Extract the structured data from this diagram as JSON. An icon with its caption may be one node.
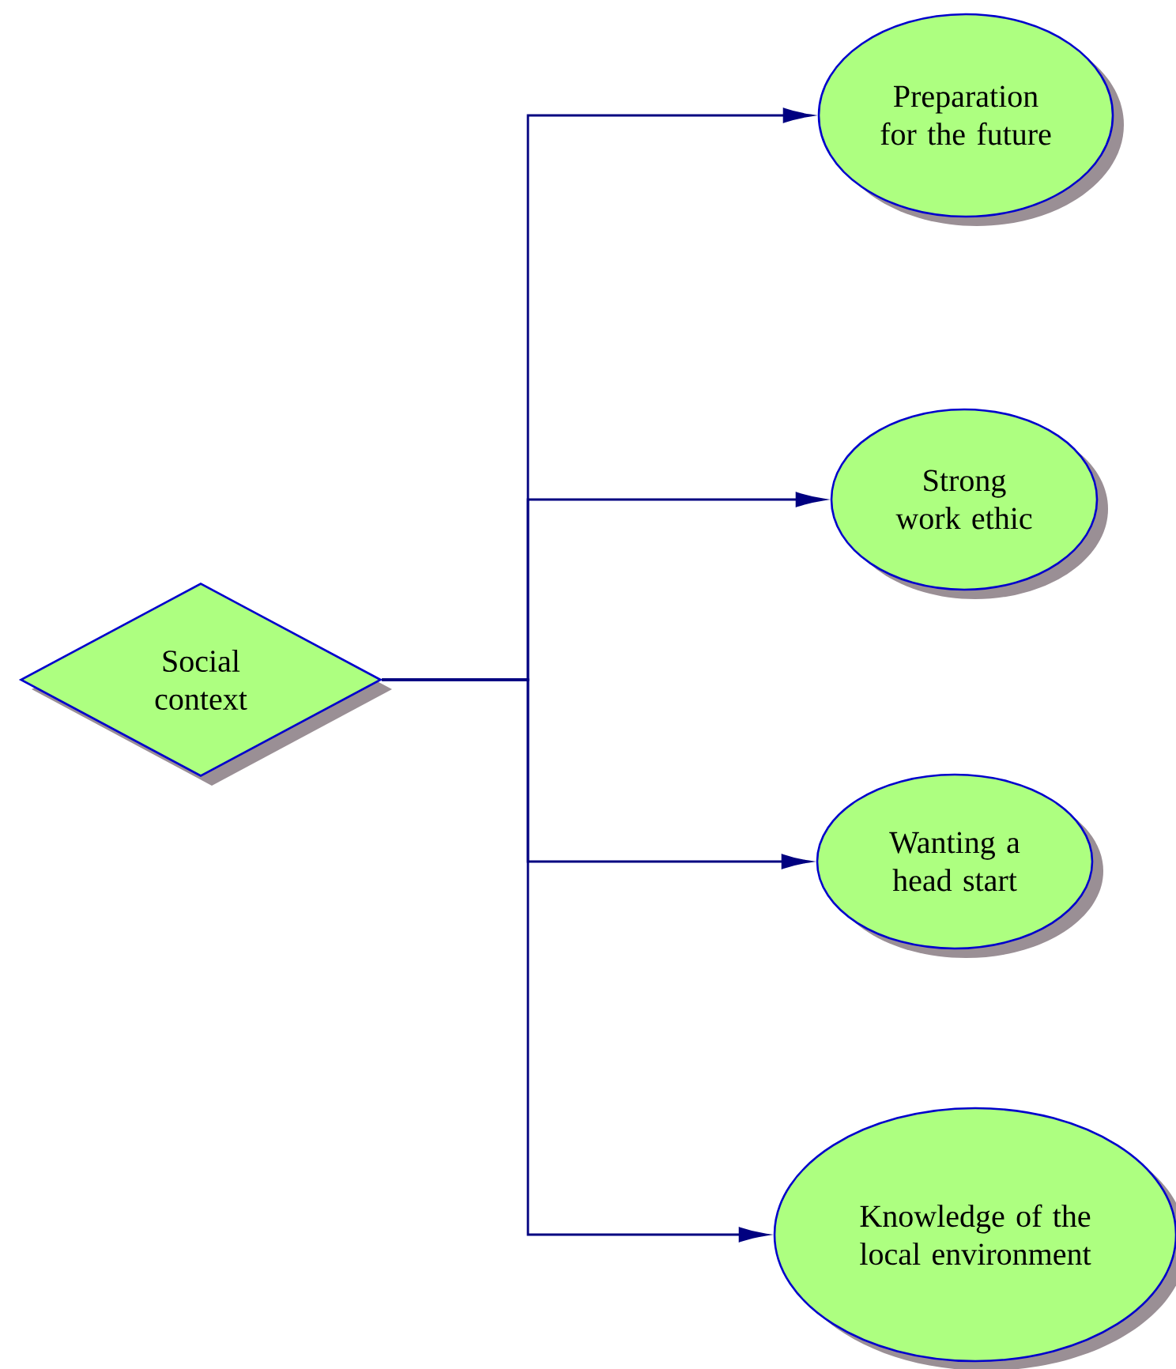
{
  "diagram": {
    "nodes": [
      {
        "text": [
          "Social context"
        ]
      },
      {
        "text": [
          "Preparation for the future"
        ]
      },
      {
        "text": [
          "Strong work ethic"
        ]
      },
      {
        "text": [
          "Wanting a head start"
        ]
      },
      {
        "text": [
          "Knowledge of the local environment"
        ]
      }
    ],
    "edges": [
      {
        "from": 0,
        "to": 1,
        "arrow": "to"
      },
      {
        "from": 0,
        "to": 2,
        "arrow": "to"
      },
      {
        "from": 0,
        "to": 3,
        "arrow": "to"
      },
      {
        "from": 0,
        "to": 4,
        "arrow": "to"
      }
    ]
  }
}
